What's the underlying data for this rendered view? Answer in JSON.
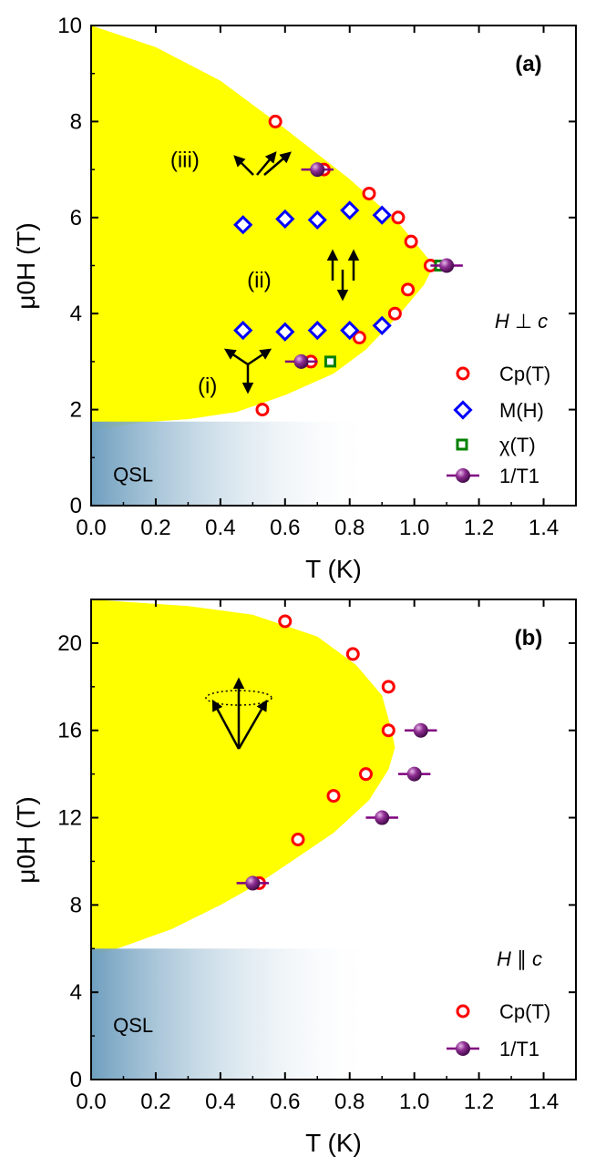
{
  "chart_data": [
    {
      "type": "scatter",
      "panel_label": "(a)",
      "xlabel": "T (K)",
      "ylabel": "μ0H (T)",
      "xlim": [
        0,
        1.5
      ],
      "ylim": [
        0,
        10
      ],
      "xticks": [
        0.0,
        0.2,
        0.4,
        0.6,
        0.8,
        1.0,
        1.2,
        1.4
      ],
      "xtick_labels": [
        "0.0",
        "0.2",
        "0.4",
        "0.6",
        "0.8",
        "1.0",
        "1.2",
        "1.4"
      ],
      "yticks": [
        0,
        2,
        4,
        6,
        8,
        10
      ],
      "ytick_labels": [
        "0",
        "2",
        "4",
        "6",
        "8",
        "10"
      ],
      "field_direction": "H ⊥ c",
      "regions": [
        {
          "label": "(i)",
          "x": 0.36,
          "y": 2.5
        },
        {
          "label": "(ii)",
          "x": 0.52,
          "y": 4.7
        },
        {
          "label": "(iii)",
          "x": 0.29,
          "y": 7.2
        },
        {
          "label": "QSL",
          "x": 0.13,
          "y": 0.65
        }
      ],
      "phase_boundary": {
        "color": "#ffff00",
        "upper": [
          [
            0.0,
            10.0
          ],
          [
            0.2,
            9.55
          ],
          [
            0.4,
            8.85
          ],
          [
            0.6,
            7.85
          ],
          [
            0.8,
            6.8
          ],
          [
            0.95,
            5.9
          ],
          [
            1.03,
            5.25
          ],
          [
            1.06,
            5.0
          ]
        ],
        "lower": [
          [
            1.06,
            5.0
          ],
          [
            1.03,
            4.6
          ],
          [
            0.95,
            3.95
          ],
          [
            0.85,
            3.25
          ],
          [
            0.75,
            2.75
          ],
          [
            0.6,
            2.3
          ],
          [
            0.45,
            1.95
          ],
          [
            0.3,
            1.8
          ],
          [
            0.15,
            1.73
          ],
          [
            0.0,
            1.55
          ]
        ],
        "qsl_top": 1.75,
        "qsl_fade_end": 0.88
      },
      "legend_position": "bottom-right",
      "series": [
        {
          "name": "Cp(T)",
          "marker": "circle",
          "color": "#ff0000",
          "x": [
            0.53,
            0.57,
            0.68,
            0.72,
            0.83,
            0.86,
            0.94,
            0.95,
            0.98,
            0.99,
            1.05
          ],
          "y": [
            2.0,
            8.0,
            3.0,
            7.0,
            3.5,
            6.5,
            4.0,
            6.0,
            4.5,
            5.5,
            5.0
          ]
        },
        {
          "name": "M(H)",
          "marker": "diamond",
          "color": "#0000ff",
          "x": [
            0.47,
            0.6,
            0.7,
            0.8,
            0.9,
            0.47,
            0.6,
            0.7,
            0.8,
            0.9
          ],
          "y": [
            5.85,
            5.97,
            5.95,
            6.15,
            6.05,
            3.65,
            3.62,
            3.65,
            3.65,
            3.75
          ]
        },
        {
          "name": "χ(T)",
          "marker": "square",
          "color": "#008000",
          "x": [
            0.74,
            1.08
          ],
          "y": [
            3.0,
            5.0
          ]
        },
        {
          "name": "1/T1",
          "marker": "sphere",
          "color": "#800080",
          "x": [
            0.65,
            0.7,
            1.1
          ],
          "y": [
            3.0,
            7.0,
            5.0
          ],
          "xerr": [
            0.05,
            0.05,
            0.05
          ]
        }
      ]
    },
    {
      "type": "scatter",
      "panel_label": "(b)",
      "xlabel": "T (K)",
      "ylabel": "μ0H (T)",
      "xlim": [
        0,
        1.5
      ],
      "ylim": [
        0,
        22
      ],
      "xticks": [
        0.0,
        0.2,
        0.4,
        0.6,
        0.8,
        1.0,
        1.2,
        1.4
      ],
      "xtick_labels": [
        "0.0",
        "0.2",
        "0.4",
        "0.6",
        "0.8",
        "1.0",
        "1.2",
        "1.4"
      ],
      "yticks": [
        0,
        4,
        8,
        12,
        16,
        20
      ],
      "ytick_labels": [
        "0",
        "4",
        "8",
        "12",
        "16",
        "20"
      ],
      "field_direction": "H ∥ c",
      "regions": [
        {
          "label": "QSL",
          "x": 0.13,
          "y": 2.5
        }
      ],
      "phase_boundary": {
        "color": "#ffff00",
        "upper": [
          [
            0.0,
            22.0
          ],
          [
            0.3,
            21.7
          ],
          [
            0.5,
            21.3
          ],
          [
            0.7,
            20.3
          ],
          [
            0.82,
            19.0
          ],
          [
            0.9,
            17.6
          ],
          [
            0.93,
            16.0
          ],
          [
            0.94,
            15.2
          ]
        ],
        "lower": [
          [
            0.94,
            15.2
          ],
          [
            0.92,
            14.2
          ],
          [
            0.86,
            12.8
          ],
          [
            0.75,
            11.3
          ],
          [
            0.62,
            10.0
          ],
          [
            0.52,
            9.0
          ],
          [
            0.4,
            8.0
          ],
          [
            0.25,
            6.9
          ],
          [
            0.1,
            6.1
          ],
          [
            0.0,
            5.6
          ]
        ],
        "qsl_top": 6.0,
        "qsl_fade_end": 0.88
      },
      "legend_position": "bottom-right",
      "series": [
        {
          "name": "Cp(T)",
          "marker": "circle",
          "color": "#ff0000",
          "x": [
            0.52,
            0.64,
            0.75,
            0.85,
            0.92,
            0.92,
            0.81,
            0.6
          ],
          "y": [
            9.0,
            11.0,
            13.0,
            14.0,
            16.0,
            18.0,
            19.5,
            21.0
          ]
        },
        {
          "name": "1/T1",
          "marker": "sphere",
          "color": "#800080",
          "x": [
            0.5,
            0.9,
            1.0,
            1.02
          ],
          "y": [
            9.0,
            12.0,
            14.0,
            16.0
          ],
          "xerr": [
            0.05,
            0.05,
            0.05,
            0.05
          ]
        }
      ]
    }
  ]
}
